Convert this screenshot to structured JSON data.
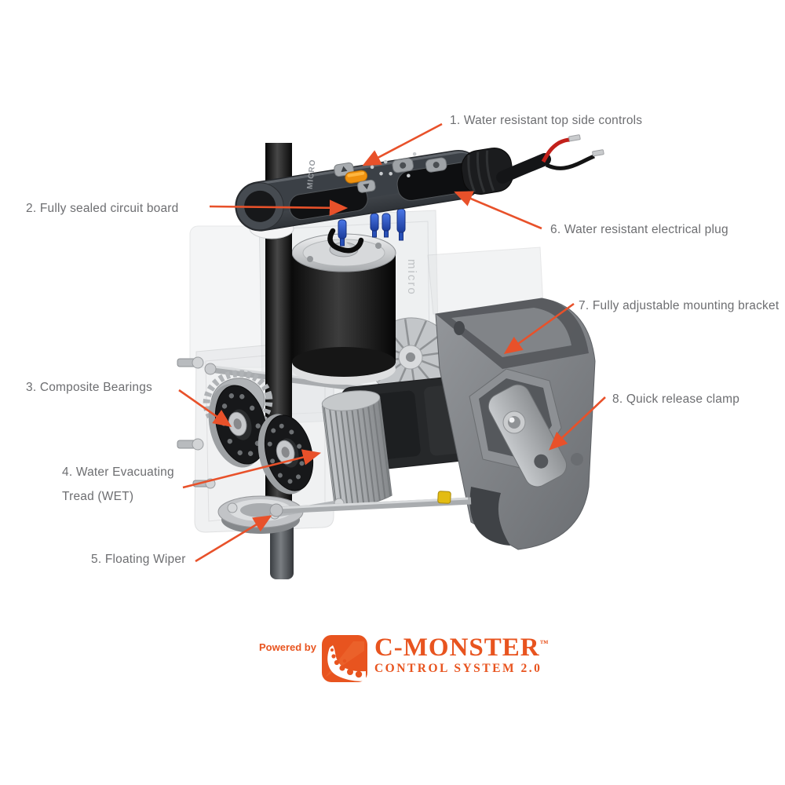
{
  "callouts": [
    {
      "lines": [
        "1. Water resistant top side controls"
      ]
    },
    {
      "lines": [
        "2. Fully sealed circuit board"
      ]
    },
    {
      "lines": [
        "3. Composite Bearings"
      ]
    },
    {
      "lines": [
        "4. Water Evacuating",
        "Tread (WET)"
      ]
    },
    {
      "lines": [
        "5. Floating Wiper"
      ]
    },
    {
      "lines": [
        "6. Water resistant electrical plug"
      ]
    },
    {
      "lines": [
        "7. Fully adjustable mounting bracket"
      ]
    },
    {
      "lines": [
        "8. Quick release clamp"
      ]
    }
  ],
  "device": {
    "head_label": "MICRO",
    "housing_label": "micro"
  },
  "logo": {
    "powered_by": "Powered by",
    "brand": "C-MONSTER",
    "trademark": "™",
    "subtitle": "CONTROL SYSTEM 2.0"
  },
  "colors": {
    "arrow": "#e8512a",
    "label_text": "#6d6e71",
    "logo_orange": "#e8541f",
    "button_orange": "#f0920f",
    "pin_blue": "#2c55c4",
    "bushing_yellow": "#e3bc12",
    "wire_red": "#c2201a",
    "device_black": "#17181a"
  }
}
